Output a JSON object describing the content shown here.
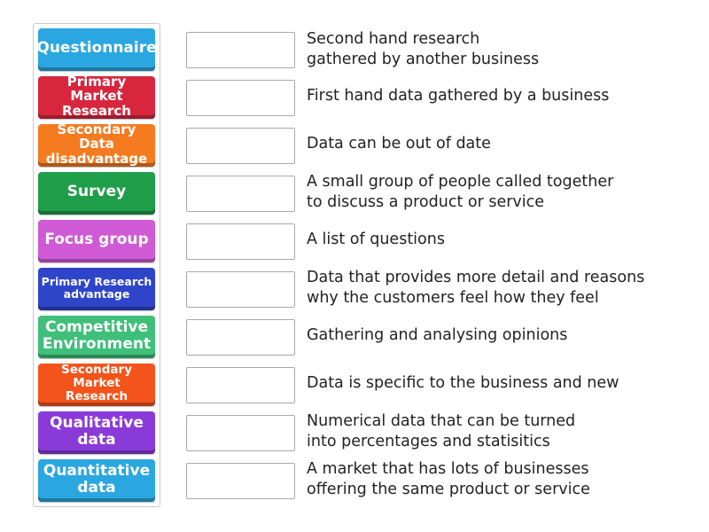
{
  "tiles": [
    {
      "label": "Questionnaire",
      "color": "#2aa7e0",
      "size": "t-lg"
    },
    {
      "label": "Primary Market Research",
      "color": "#d7263d",
      "size": "t-md"
    },
    {
      "label": "Secondary Data disadvantage",
      "color": "#f47b20",
      "size": "t-md"
    },
    {
      "label": "Survey",
      "color": "#1f9e4a",
      "size": "t-lg"
    },
    {
      "label": "Focus group",
      "color": "#d05ad6",
      "size": "t-lg"
    },
    {
      "label": "Primary Research advantage",
      "color": "#2f45c9",
      "size": "t-xs"
    },
    {
      "label": "Competitive Environment",
      "color": "#3fbf7a",
      "size": "t-lg"
    },
    {
      "label": "Secondary Market Research",
      "color": "#f2541b",
      "size": "t-sm"
    },
    {
      "label": "Qualitative data",
      "color": "#8a3ad9",
      "size": "t-lg"
    },
    {
      "label": "Quantitative data",
      "color": "#2aa7e0",
      "size": "t-lg"
    }
  ],
  "definitions": [
    "Second hand research\ngathered by another business",
    "First hand data gathered by a business",
    "Data can be out of date",
    "A small group of people called together\nto discuss a product or service",
    "A list of questions",
    "Data that provides more detail and reasons\nwhy the customers feel how they feel",
    "Gathering and analysing opinions",
    "Data is specific to the business and new",
    "Numerical data that can be turned\ninto percentages and statisitics",
    "A market that has lots of businesses\noffering the same product or service"
  ]
}
